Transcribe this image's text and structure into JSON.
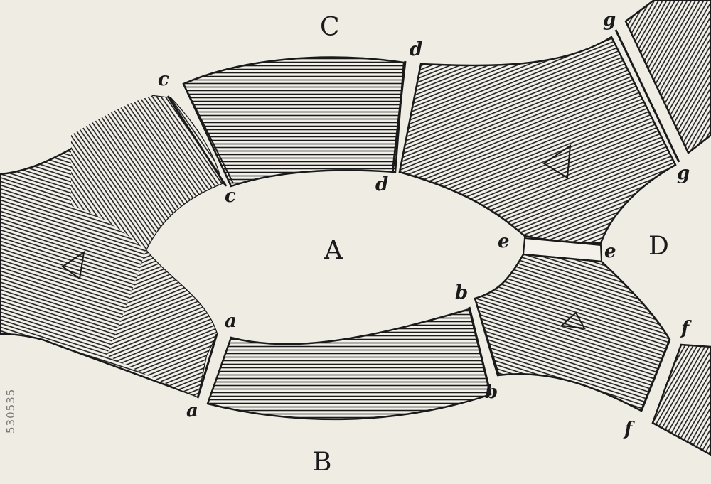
{
  "diagram": {
    "regions": {
      "A": "A",
      "B": "B",
      "C": "C",
      "D": "D"
    },
    "cut_labels": {
      "a": "a",
      "b": "b",
      "c": "c",
      "d": "d",
      "e": "e",
      "f": "f",
      "g": "g"
    }
  },
  "colors": {
    "paper": "#efece4",
    "ink": "#1a1a1a",
    "band_fill": "#f4f1ea"
  },
  "watermark": "530535"
}
